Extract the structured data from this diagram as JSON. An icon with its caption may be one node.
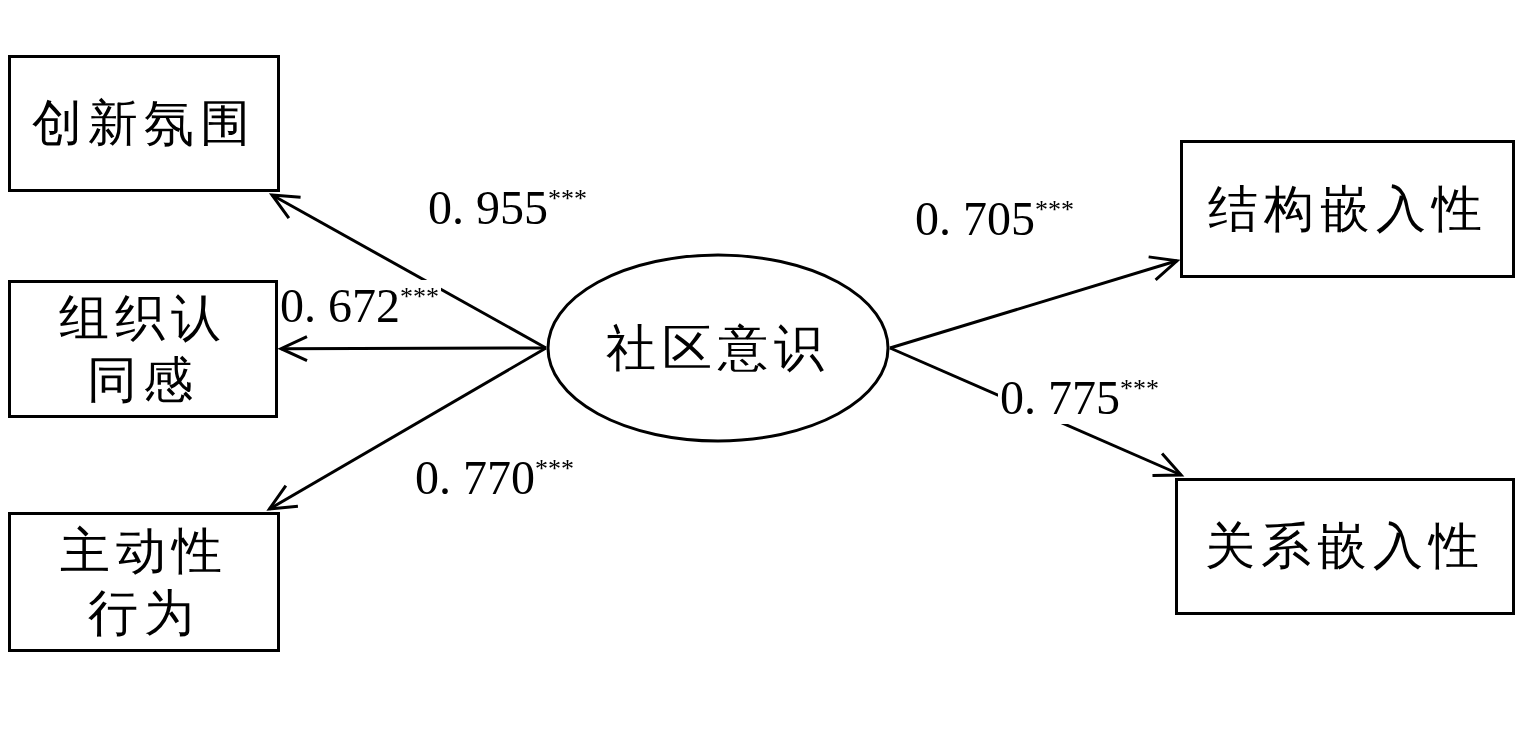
{
  "diagram": {
    "nodes": [
      {
        "text": [
          "创新氛围"
        ]
      },
      {
        "text": [
          "组织认同感"
        ]
      },
      {
        "text": [
          "主动性行为"
        ]
      },
      {
        "text": [
          "社区意识"
        ]
      },
      {
        "text": [
          "结构嵌入性"
        ]
      },
      {
        "text": [
          "关系嵌入性"
        ]
      }
    ],
    "edges": [
      {
        "from": 3,
        "to": 0,
        "arrow": "to",
        "label": "0. 955$^{***}$"
      },
      {
        "from": 3,
        "to": 1,
        "arrow": "to",
        "label": "0. 672$^{***}$"
      },
      {
        "from": 3,
        "to": 2,
        "arrow": "to",
        "label": "0. 770$^{***}$"
      },
      {
        "from": 3,
        "to": 4,
        "arrow": "to",
        "label": "0. 705$^{***}$"
      },
      {
        "from": 3,
        "to": 5,
        "arrow": "to",
        "label": "0. 775$^{***}$"
      }
    ]
  }
}
